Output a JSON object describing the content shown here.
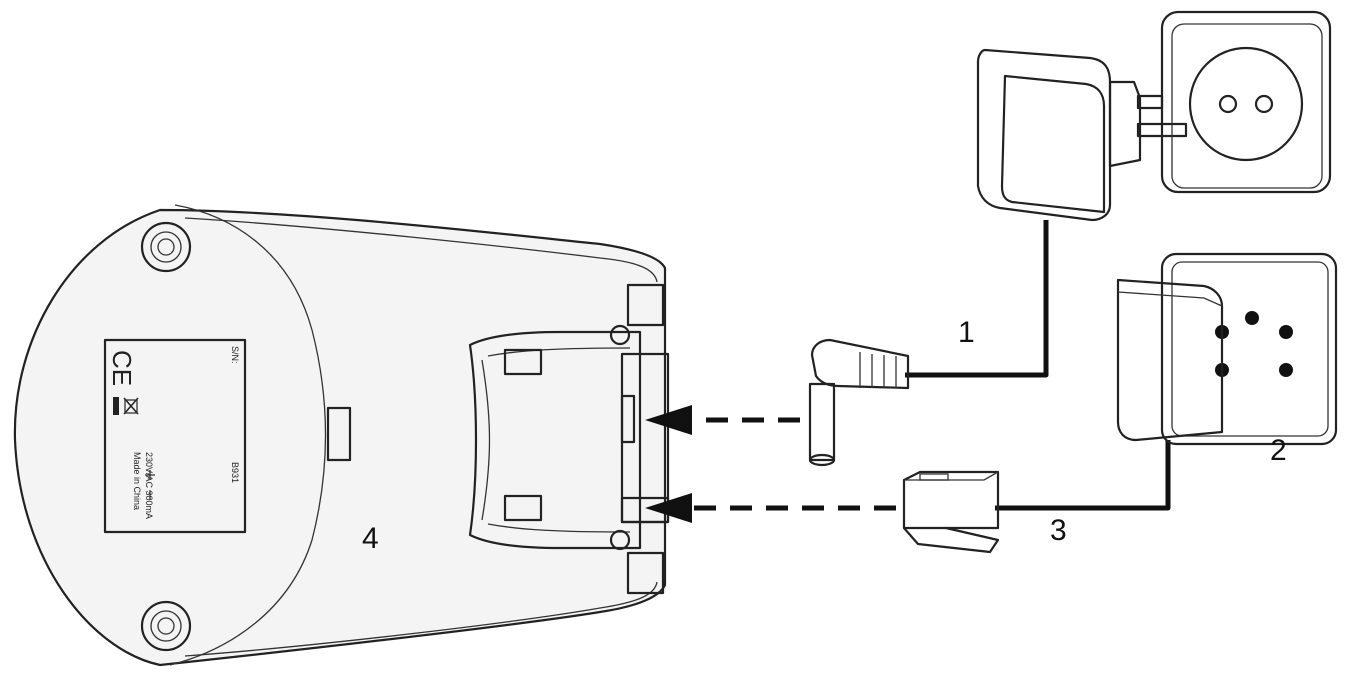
{
  "callouts": {
    "power_cable": "1",
    "phone_socket_adapter": "2",
    "phone_cable": "3",
    "base_station": "4"
  },
  "base_label": {
    "serial_prefix": "S/N:",
    "model": "B931",
    "ce_mark": "CE",
    "rating_line_1": "230V/AC 300mA",
    "rating_line_2": "Made in China"
  },
  "icons": {
    "ce": "ce-mark-icon",
    "weee": "weee-bin-icon",
    "arrow": "arrow-head-icon"
  },
  "colors": {
    "line": "#222222",
    "fill": "#f4f4f4",
    "background": "#ffffff"
  }
}
